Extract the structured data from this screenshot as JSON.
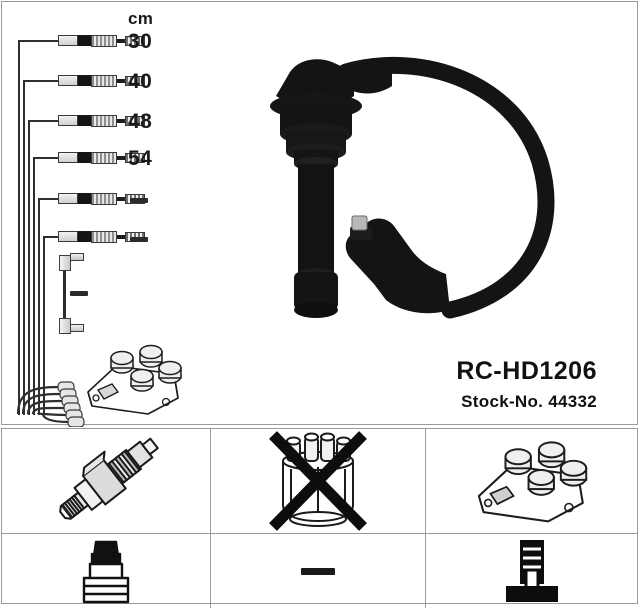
{
  "product": {
    "code": "RC-HD1206",
    "stock_label": "Stock-No. 44332"
  },
  "lengths": {
    "unit_header": "cm",
    "rows": [
      {
        "label": "30",
        "value": 30
      },
      {
        "label": "40",
        "value": 40
      },
      {
        "label": "48",
        "value": 48
      },
      {
        "label": "54",
        "value": 54
      },
      {
        "label": "—",
        "value": null
      },
      {
        "label": "—",
        "value": null
      }
    ],
    "jumper_label": "—"
  },
  "diagram": {
    "harness_name": "ignition-cable-harness",
    "coil_pack_name": "ignition-coil-pack",
    "photo_name": "ignition-cable-product-photo"
  },
  "application_grid": {
    "cells": [
      {
        "id": "spark-plug",
        "icon": "spark-plug-icon",
        "crossed_out": false,
        "label": ""
      },
      {
        "id": "distributor-cap",
        "icon": "distributor-cap-icon",
        "crossed_out": true,
        "label": ""
      },
      {
        "id": "ignition-coil",
        "icon": "ignition-coil-icon",
        "crossed_out": false,
        "label": ""
      },
      {
        "id": "plug-connector",
        "icon": "plug-connector-icon",
        "crossed_out": false,
        "label": ""
      },
      {
        "id": "no-connector",
        "icon": "dash-icon",
        "crossed_out": false,
        "label": "—"
      },
      {
        "id": "coil-terminal",
        "icon": "coil-terminal-icon",
        "crossed_out": false,
        "label": ""
      }
    ]
  },
  "colors": {
    "border": "#9a9a9a",
    "ink": "#1a1a1a",
    "background": "#ffffff",
    "cable": "#2f2f2f"
  }
}
